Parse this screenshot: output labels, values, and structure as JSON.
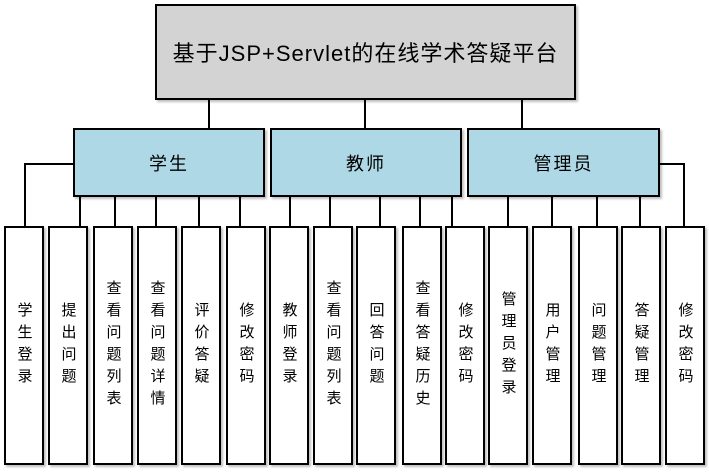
{
  "title": "基于JSP+Servlet的在线学术答疑平台",
  "branches": [
    {
      "label": "学生",
      "children": [
        "学生登录",
        "提出问题",
        "查看问题列表",
        "查看问题详情",
        "评价答疑",
        "修改密码"
      ]
    },
    {
      "label": "教师",
      "children": [
        "教师登录",
        "查看问题列表",
        "回答问题",
        "查看答疑历史",
        "修改密码"
      ]
    },
    {
      "label": "管理员",
      "children": [
        "管理员登录",
        "用户管理",
        "问题管理",
        "答疑管理",
        "修改密码"
      ]
    }
  ],
  "colors": {
    "root_fill": "#d3d3d3",
    "branch_fill": "#aed8e6",
    "leaf_fill": "#ffffff",
    "line": "#000000"
  }
}
